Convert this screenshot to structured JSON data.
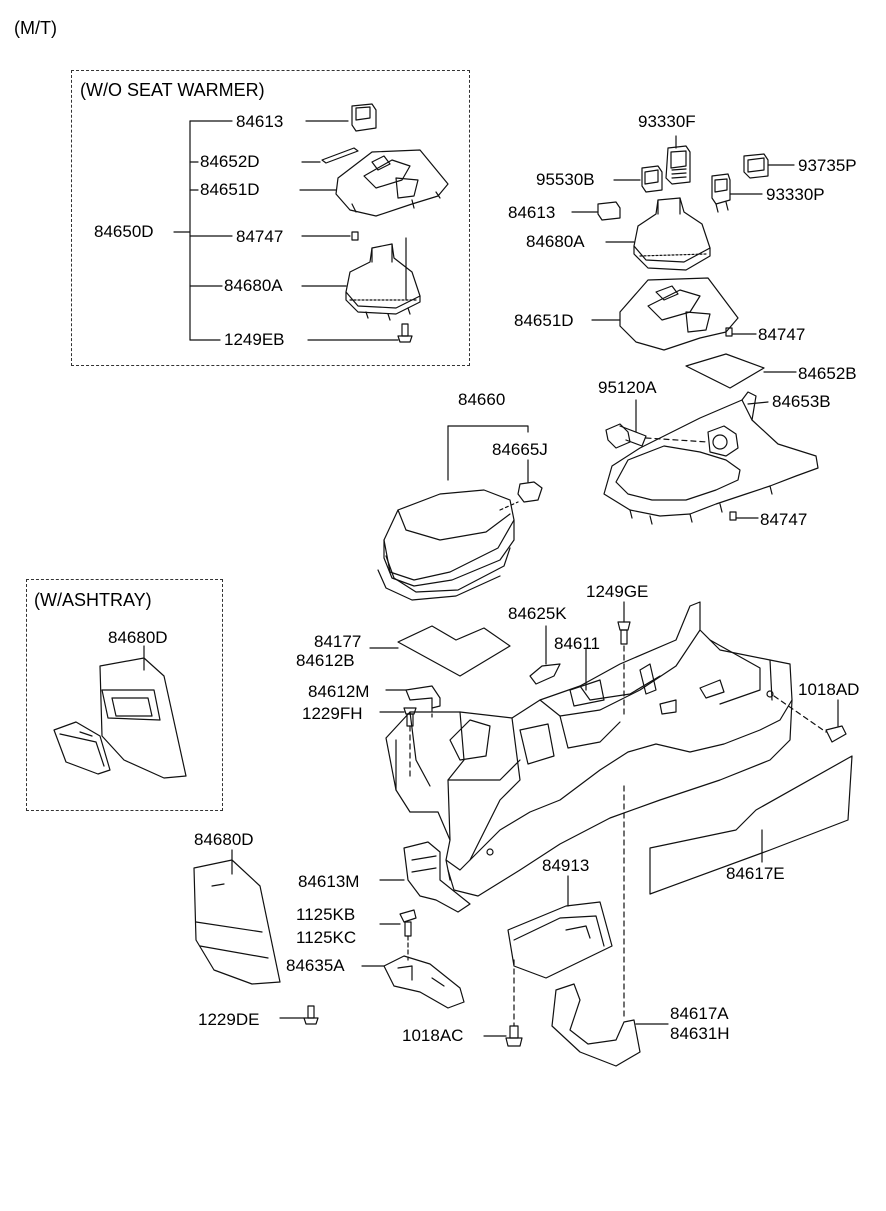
{
  "diagram": {
    "title": "(M/T)",
    "boxes": {
      "wo_seat_warmer": "(W/O SEAT WARMER)",
      "w_ashtray": "(W/ASHTRAY)"
    },
    "labels": {
      "p84613_a": "84613",
      "p84652D": "84652D",
      "p84651D_a": "84651D",
      "p84650D": "84650D",
      "p84747_a": "84747",
      "p84680A_a": "84680A",
      "p1249EB": "1249EB",
      "p93330F": "93330F",
      "p95530B": "95530B",
      "p93735P": "93735P",
      "p93330P": "93330P",
      "p84613_b": "84613",
      "p84680A_b": "84680A",
      "p84651D_b": "84651D",
      "p84747_b": "84747",
      "p84652B": "84652B",
      "p95120A": "95120A",
      "p84653B": "84653B",
      "p84747_c": "84747",
      "p84660": "84660",
      "p84665J": "84665J",
      "p84680D_a": "84680D",
      "p84177": "84177",
      "p84612B": "84612B",
      "p84625K": "84625K",
      "p1249GE": "1249GE",
      "p84611": "84611",
      "p84612M": "84612M",
      "p1229FH": "1229FH",
      "p1018AD": "1018AD",
      "p84680D_b": "84680D",
      "p84613M": "84613M",
      "p84913": "84913",
      "p84617E": "84617E",
      "p1125KB": "1125KB",
      "p1125KC": "1125KC",
      "p84635A": "84635A",
      "p1229DE": "1229DE",
      "p1018AC": "1018AC",
      "p84617A": "84617A",
      "p84631H": "84631H"
    }
  }
}
